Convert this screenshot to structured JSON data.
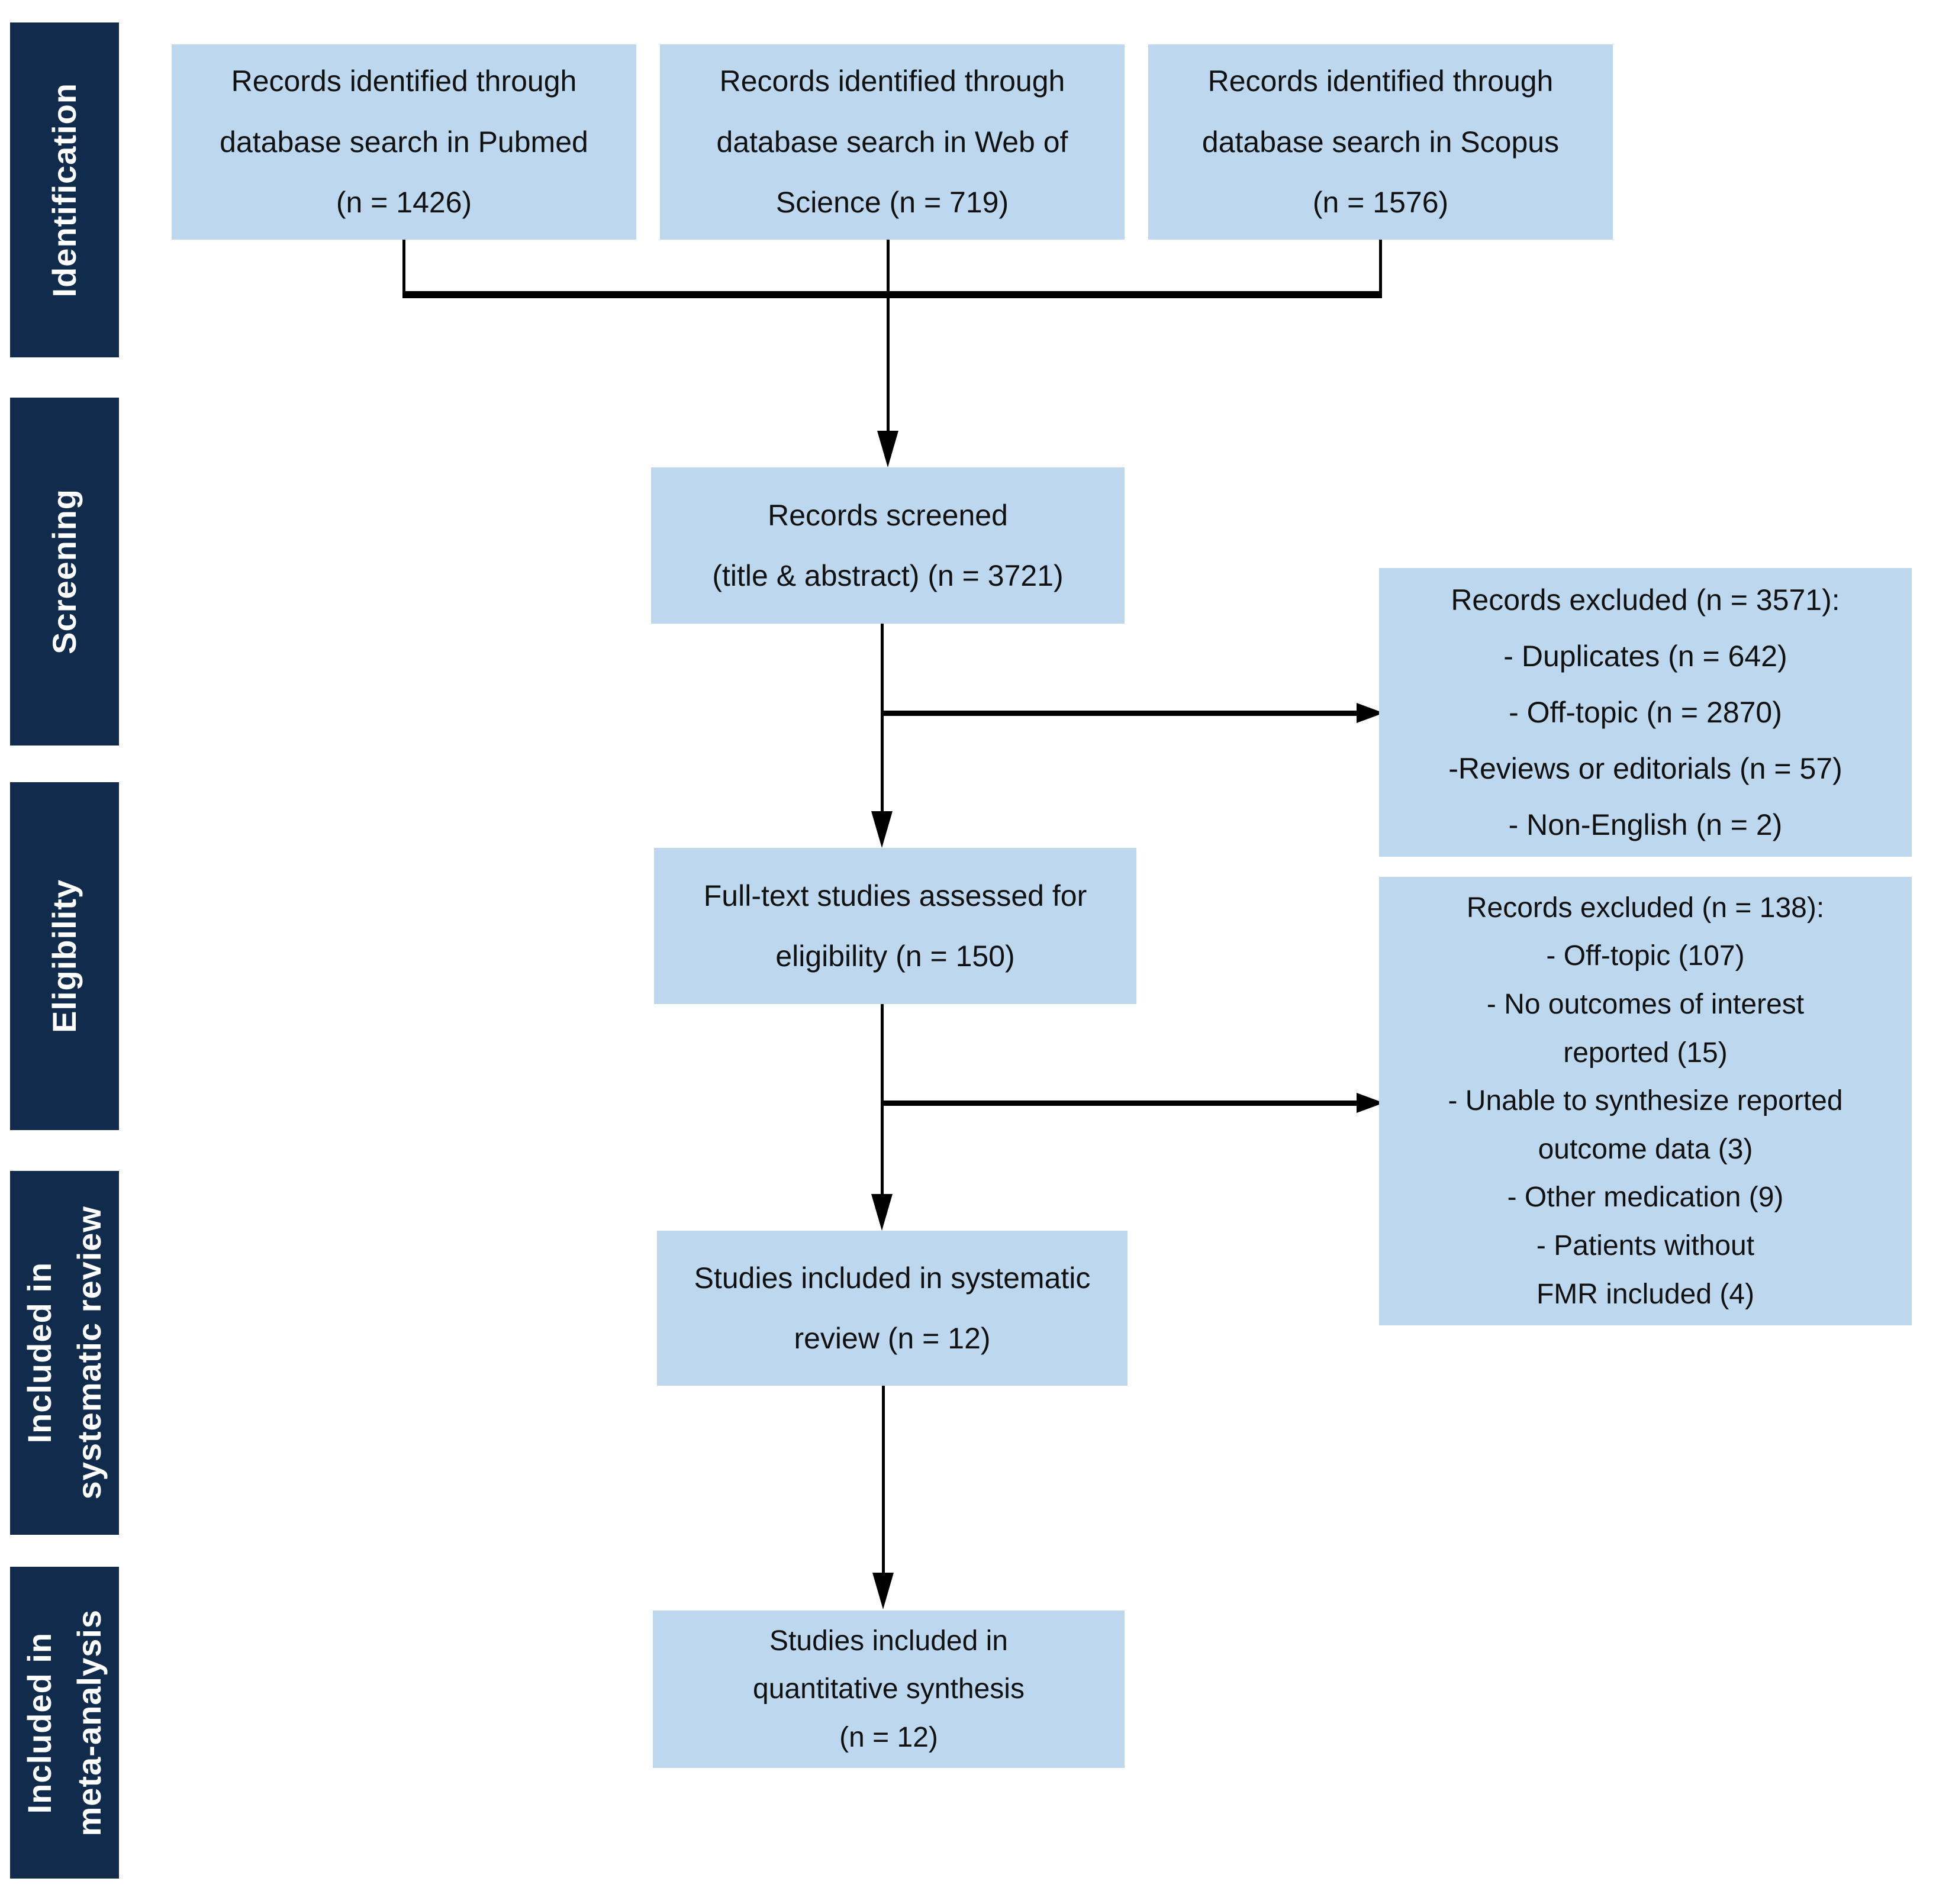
{
  "colors": {
    "box_fill": "#BDD7EE",
    "stage_fill": "#102B4C",
    "stage_text": "#FFFFFF",
    "line": "#000000"
  },
  "stages": {
    "identification": "Identification",
    "screening": "Screening",
    "eligibility": "Eligibility",
    "systematic_review": "Included in\nsystematic review",
    "meta_analysis": "Included in\nmeta-analysis"
  },
  "flow": {
    "pubmed": "Records identified through\ndatabase search in Pubmed\n(n = 1426)",
    "web_of_science": "Records identified through\ndatabase search in Web of\nScience (n = 719)",
    "scopus": "Records identified through\ndatabase search in Scopus\n(n = 1576)",
    "screened": "Records screened\n(title & abstract) (n = 3721)",
    "fulltext": "Full-text studies assessed for\neligibility (n = 150)",
    "included_systematic": "Studies included in systematic\nreview (n = 12)",
    "included_quantitative": "Studies included in\nquantitative synthesis\n(n = 12)",
    "excluded_screening": "Records excluded  (n = 3571):\n- Duplicates (n = 642)\n- Off-topic (n = 2870)\n-Reviews or editorials (n = 57)\n- Non-English (n = 2)",
    "excluded_fulltext": "Records excluded (n = 138):\n- Off-topic (107)\n- No outcomes of interest\nreported (15)\n- Unable to synthesize reported\noutcome data (3)\n- Other medication (9)\n- Patients without\nFMR included (4)"
  }
}
